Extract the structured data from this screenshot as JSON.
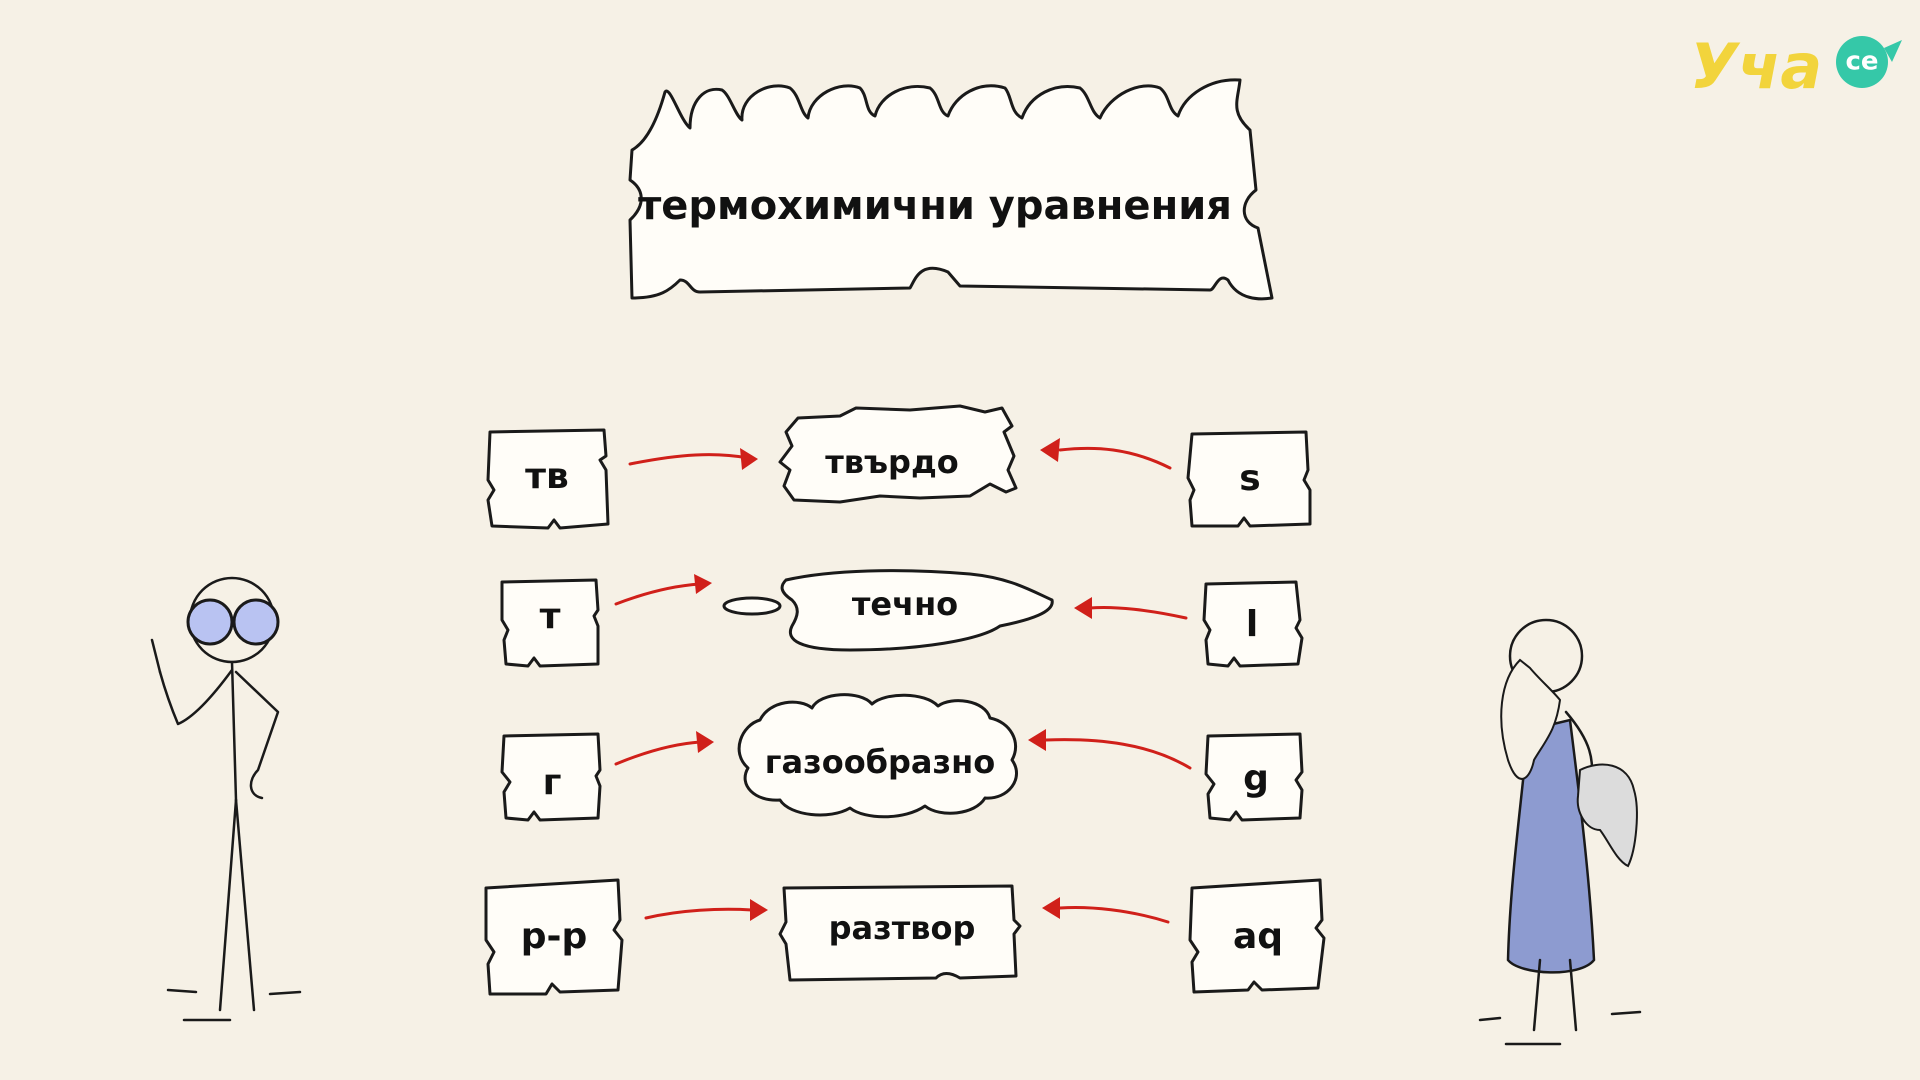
{
  "logo": {
    "main": "Уча",
    "suffix": "се"
  },
  "title": "термохимични уравнения",
  "rows": [
    {
      "abbr_bg": "тв",
      "state": "твърдо",
      "abbr_en": "s"
    },
    {
      "abbr_bg": "т",
      "state": "течно",
      "abbr_en": "l"
    },
    {
      "abbr_bg": "г",
      "state": "газообразно",
      "abbr_en": "g"
    },
    {
      "abbr_bg": "р-р",
      "state": "разтвор",
      "abbr_en": "aq"
    }
  ],
  "colors": {
    "background": "#f6f1e6",
    "arrow": "#d0201a",
    "ink": "#1a1a1a",
    "logo": "#f2d43c",
    "logo_badge": "#35c8a8",
    "glasses": "#b9c3f2",
    "robe": "#8d9bd0"
  }
}
